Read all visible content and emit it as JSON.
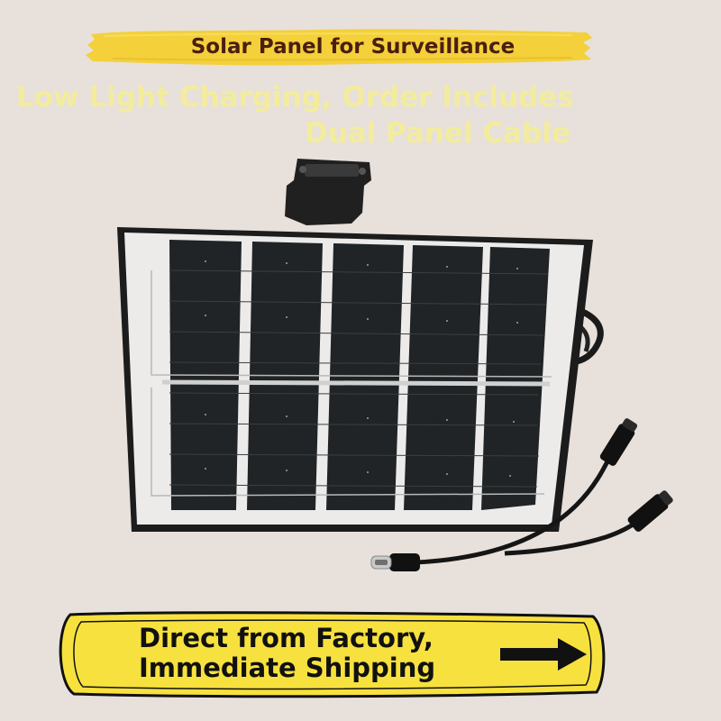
{
  "banner": {
    "title": "Solar Panel for Surveillance",
    "color": "#f4d03a"
  },
  "subtitle": {
    "line1": "Low Light Charging, Order Includes",
    "line2": "Dual Panel Cable",
    "color": "#f5ee96"
  },
  "product": {
    "image_subject": "solar-panel-with-dual-usb-c-cable"
  },
  "cta": {
    "line1": "Direct from Factory,",
    "line2": "Immediate Shipping",
    "color": "#f7e13e",
    "arrow_icon": "right-arrow-icon"
  }
}
